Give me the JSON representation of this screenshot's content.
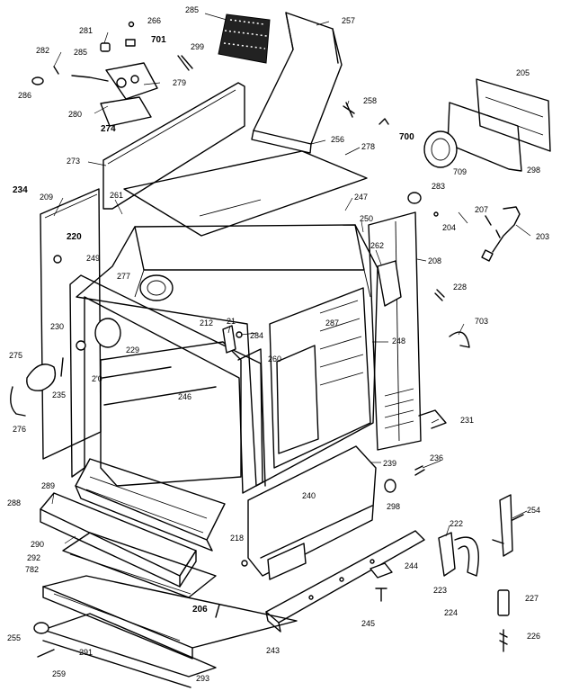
{
  "labels": [
    {
      "id": "285",
      "text": "285"
    },
    {
      "id": "257",
      "text": "257"
    },
    {
      "id": "266",
      "text": "266"
    },
    {
      "id": "281",
      "text": "281"
    },
    {
      "id": "701",
      "text": "701"
    },
    {
      "id": "299",
      "text": "299"
    },
    {
      "id": "282",
      "text": "282"
    },
    {
      "id": "285b",
      "text": "285"
    },
    {
      "id": "279",
      "text": "279"
    },
    {
      "id": "286",
      "text": "286"
    },
    {
      "id": "280",
      "text": "280"
    },
    {
      "id": "274",
      "text": "274"
    },
    {
      "id": "205",
      "text": "205"
    },
    {
      "id": "258",
      "text": "258"
    },
    {
      "id": "700",
      "text": "700"
    },
    {
      "id": "256",
      "text": "256"
    },
    {
      "id": "278",
      "text": "278"
    },
    {
      "id": "709",
      "text": "709"
    },
    {
      "id": "298",
      "text": "298"
    },
    {
      "id": "273",
      "text": "273"
    },
    {
      "id": "234",
      "text": "234"
    },
    {
      "id": "209",
      "text": "209"
    },
    {
      "id": "261",
      "text": "261"
    },
    {
      "id": "247",
      "text": "247"
    },
    {
      "id": "283",
      "text": "283"
    },
    {
      "id": "250",
      "text": "250"
    },
    {
      "id": "204",
      "text": "204"
    },
    {
      "id": "207",
      "text": "207"
    },
    {
      "id": "203",
      "text": "203"
    },
    {
      "id": "220",
      "text": "220"
    },
    {
      "id": "262",
      "text": "262"
    },
    {
      "id": "208",
      "text": "208"
    },
    {
      "id": "249",
      "text": "249"
    },
    {
      "id": "277",
      "text": "277"
    },
    {
      "id": "228",
      "text": "228"
    },
    {
      "id": "212",
      "text": "212"
    },
    {
      "id": "21",
      "text": "21"
    },
    {
      "id": "287",
      "text": "287"
    },
    {
      "id": "230",
      "text": "230"
    },
    {
      "id": "284",
      "text": "284"
    },
    {
      "id": "229",
      "text": "229"
    },
    {
      "id": "703",
      "text": "703"
    },
    {
      "id": "248",
      "text": "248"
    },
    {
      "id": "275",
      "text": "275"
    },
    {
      "id": "260",
      "text": "260"
    },
    {
      "id": "235",
      "text": "235"
    },
    {
      "id": "210",
      "text": "2'0"
    },
    {
      "id": "246",
      "text": "246"
    },
    {
      "id": "276",
      "text": "276"
    },
    {
      "id": "231",
      "text": "231"
    },
    {
      "id": "236",
      "text": "236"
    },
    {
      "id": "239",
      "text": "239"
    },
    {
      "id": "289",
      "text": "289"
    },
    {
      "id": "288",
      "text": "288"
    },
    {
      "id": "298b",
      "text": "298"
    },
    {
      "id": "240",
      "text": "240"
    },
    {
      "id": "254",
      "text": "254"
    },
    {
      "id": "222",
      "text": "222"
    },
    {
      "id": "290",
      "text": "290"
    },
    {
      "id": "292",
      "text": "292"
    },
    {
      "id": "218",
      "text": "218"
    },
    {
      "id": "782",
      "text": "782"
    },
    {
      "id": "244",
      "text": "244"
    },
    {
      "id": "223",
      "text": "223"
    },
    {
      "id": "227",
      "text": "227"
    },
    {
      "id": "224",
      "text": "224"
    },
    {
      "id": "206",
      "text": "206"
    },
    {
      "id": "255",
      "text": "255"
    },
    {
      "id": "245",
      "text": "245"
    },
    {
      "id": "291",
      "text": "291"
    },
    {
      "id": "226",
      "text": "226"
    },
    {
      "id": "243",
      "text": "243"
    },
    {
      "id": "259",
      "text": "259"
    },
    {
      "id": "293",
      "text": "293"
    }
  ]
}
